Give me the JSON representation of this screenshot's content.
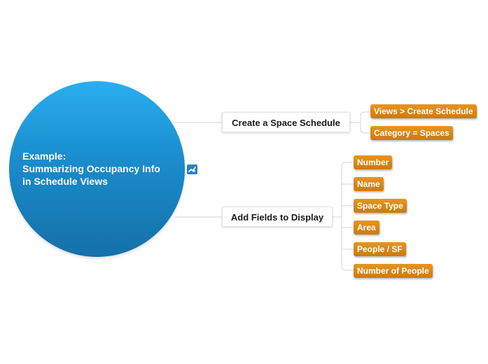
{
  "root": {
    "lines": [
      "Example:",
      "Summarizing Occupancy Info",
      "in Schedule Views"
    ],
    "color": "#1a8ccc",
    "note_icon": "note-attachment-icon"
  },
  "branches": [
    {
      "label": "Create a Space Schedule",
      "children": [
        "Views > Create Schedule",
        "Category = Spaces"
      ]
    },
    {
      "label": "Add Fields to Display",
      "children": [
        "Number",
        "Name",
        "Space Type",
        "Area",
        "People / SF",
        "Number of People"
      ]
    }
  ],
  "colors": {
    "subtopic": "#d9861a",
    "connector": "#d6d6d6"
  }
}
